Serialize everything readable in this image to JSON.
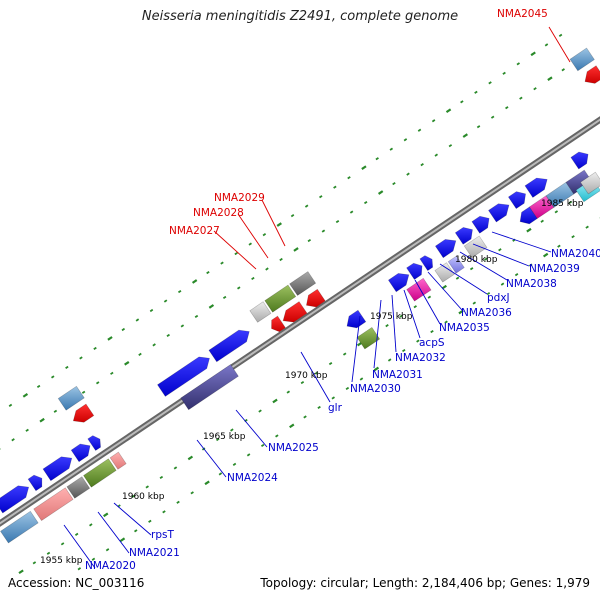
{
  "title": "Neisseria meningitidis Z2491, complete genome",
  "accession": "Accession: NC_003116",
  "summary": "Topology: circular; Length: 2,184,406 bp; Genes: 1,979",
  "colors": {
    "forward_gene": "#0000ee",
    "rna_or_highlight": "#ff0000",
    "label_blue": "#0000cc",
    "label_red": "#dd0000",
    "tick": "#228822",
    "backbone": "#888888"
  },
  "scale": {
    "labels": [
      "1955 kbp",
      "1960 kbp",
      "1965 kbp",
      "1970 kbp",
      "1975 kbp",
      "1980 kbp",
      "1985 kbp"
    ]
  },
  "gene_labels": [
    {
      "text": "NMA2020",
      "color": "blue"
    },
    {
      "text": "NMA2021",
      "color": "blue"
    },
    {
      "text": "rpsT",
      "color": "blue"
    },
    {
      "text": "NMA2024",
      "color": "blue"
    },
    {
      "text": "NMA2025",
      "color": "blue"
    },
    {
      "text": "NMA2027",
      "color": "red"
    },
    {
      "text": "NMA2028",
      "color": "red"
    },
    {
      "text": "NMA2029",
      "color": "red"
    },
    {
      "text": "glr",
      "color": "blue"
    },
    {
      "text": "NMA2030",
      "color": "blue"
    },
    {
      "text": "NMA2031",
      "color": "blue"
    },
    {
      "text": "NMA2032",
      "color": "blue"
    },
    {
      "text": "acpS",
      "color": "blue"
    },
    {
      "text": "NMA2035",
      "color": "blue"
    },
    {
      "text": "NMA2036",
      "color": "blue"
    },
    {
      "text": "pdxJ",
      "color": "blue"
    },
    {
      "text": "NMA2038",
      "color": "blue"
    },
    {
      "text": "NMA2039",
      "color": "blue"
    },
    {
      "text": "NMA2040",
      "color": "blue"
    },
    {
      "text": "NMA2045",
      "color": "red"
    }
  ]
}
